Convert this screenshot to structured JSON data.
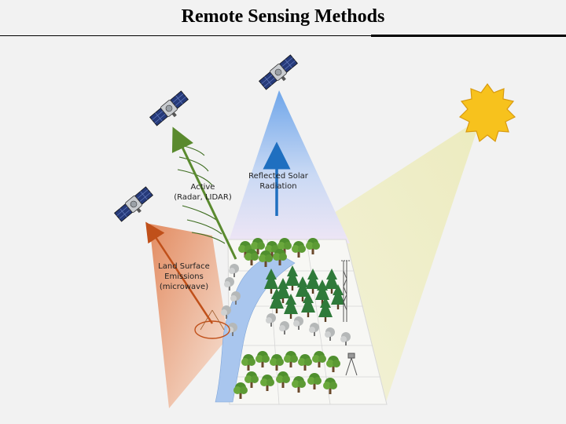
{
  "title": "Remote Sensing Methods",
  "labels": {
    "active": "Active\n(Radar, LIDAR)",
    "reflected": "Reflected Solar\nRadiation",
    "emissions": "Land Surface\nEmissions\n(microwave)"
  },
  "colors": {
    "active_arrow": "#5a8a2e",
    "reflected_arrow": "#1f6fc0",
    "emission_arrow": "#c0501a",
    "sun": "#f7c21d",
    "sun_beam": "#eeeec6",
    "satellite_beam": "#7fb2ee",
    "emission_beam": "#e8946a",
    "river": "#a9c6ee"
  },
  "icons": [
    "satellite-icon",
    "sun-icon",
    "tree-icon",
    "tower-icon",
    "pivot-icon"
  ]
}
